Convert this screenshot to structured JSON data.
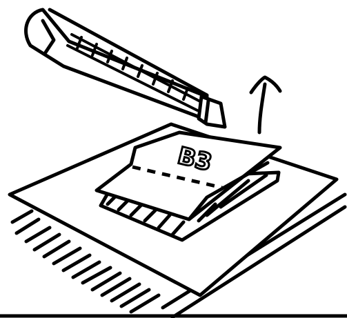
{
  "illustration": {
    "sheet_label": "B3",
    "subjects": [
      "utility-knife",
      "cutting-mat",
      "paper-sheet",
      "up-arrow"
    ]
  },
  "colors": {
    "ink": "#000000",
    "paper": "#ffffff"
  }
}
